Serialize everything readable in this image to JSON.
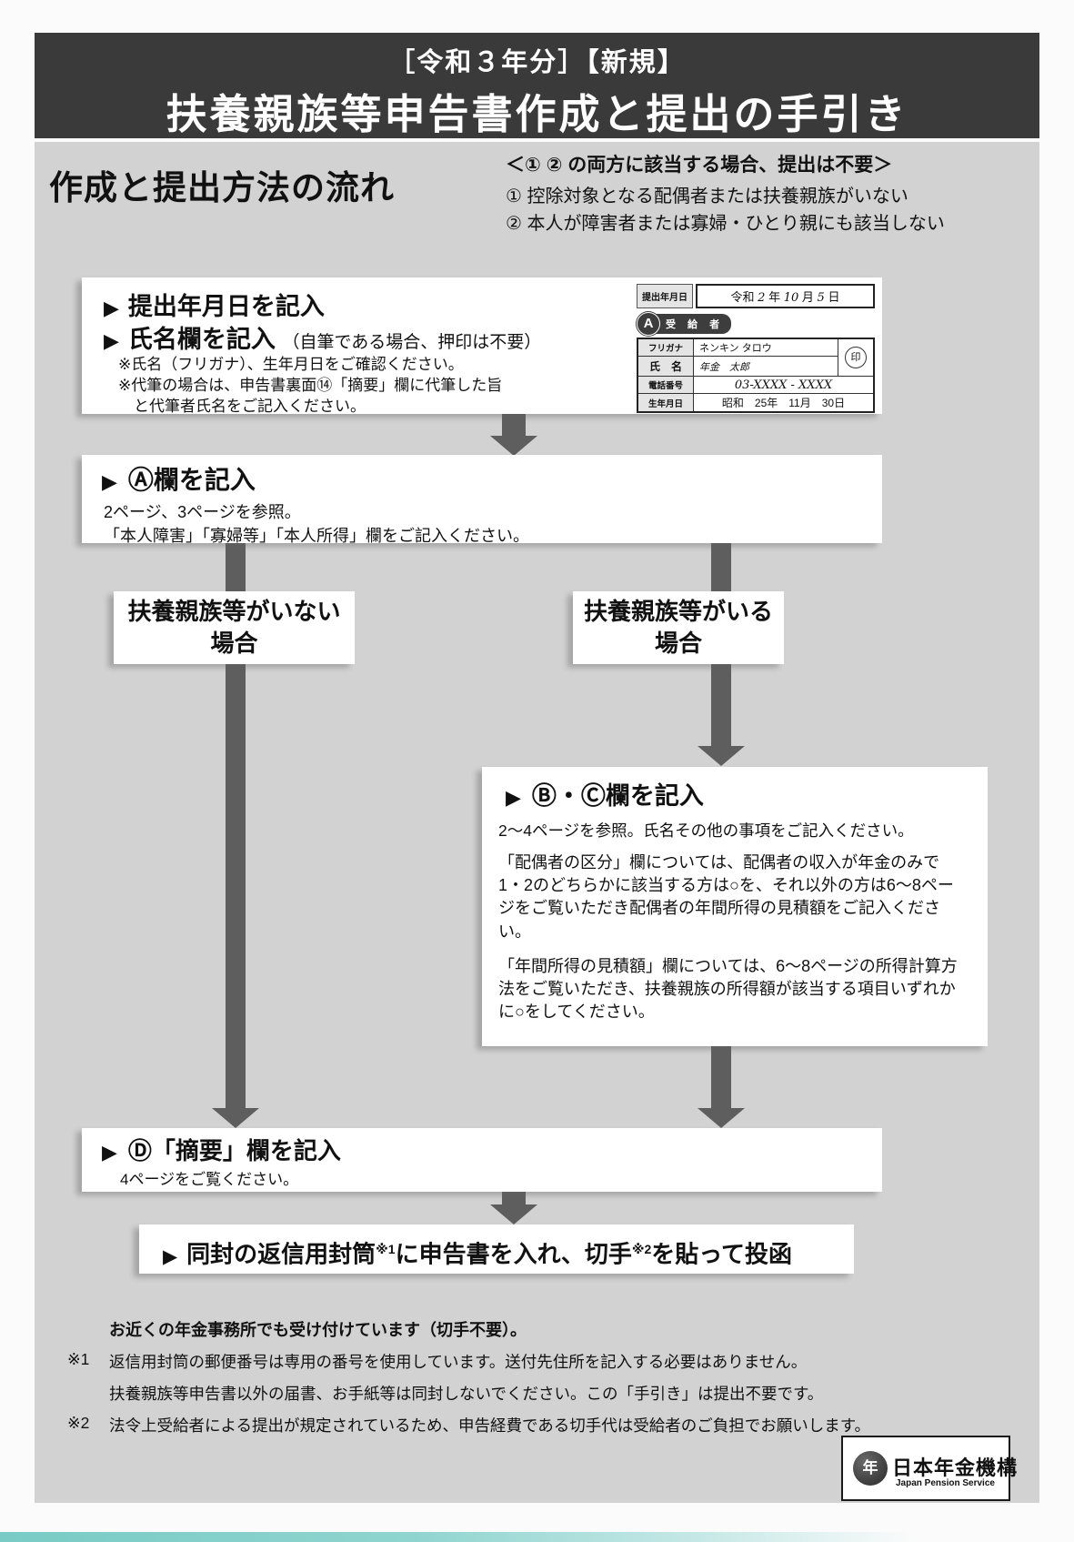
{
  "banner": {
    "line1": "［令和３年分］【新規】",
    "line2": "扶養親族等申告書作成と提出の手引き"
  },
  "intro": {
    "title": "作成と提出方法の流れ",
    "note_heading": "＜① ② の両方に該当する場合、提出は不要＞",
    "note_item1": "① 控除対象となる配偶者または扶養親族がいない",
    "note_item2": "② 本人が障害者または寡婦・ひとり親にも該当しない"
  },
  "symbols": {
    "bullet": "▶"
  },
  "step1": {
    "bullet1": "提出年月日を記入",
    "bullet2": "氏名欄を記入",
    "bullet2_note": "（自筆である場合、押印は不要）",
    "caution1": "※氏名（フリガナ）、生年月日をご確認ください。",
    "caution2": "※代筆の場合は、申告書裏面⑭「摘要」欄に代筆した旨",
    "caution3": "　と代筆者氏名をご記入ください。"
  },
  "sample_form": {
    "date_label": "提出年月日",
    "date_era": "令和",
    "date_y": "2",
    "date_y_unit": "年",
    "date_m": "10",
    "date_m_unit": "月",
    "date_d": "5",
    "date_d_unit": "日",
    "badge_letter": "A",
    "badge_label": "受 給 者",
    "row_furigana_label": "フリガナ",
    "row_furigana_value": "ネンキン タロウ",
    "row_name_label": "氏　名",
    "row_name_value": "年金　太郎",
    "row_phone_label": "電話番号",
    "row_phone_value": "03-XXXX - XXXX",
    "row_birth_label": "生年月日",
    "row_birth_value": "昭和　25年　11月　30日",
    "seal": "印"
  },
  "step2": {
    "heading": "Ⓐ欄を記入",
    "line1": "2ページ、3ページを参照。",
    "line2": "「本人障害」「寡婦等」「本人所得」欄をご記入ください。"
  },
  "branch_left": {
    "line1": "扶養親族等がいない",
    "line2": "場合"
  },
  "branch_right": {
    "line1": "扶養親族等がいる",
    "line2": "場合"
  },
  "step3": {
    "heading": "Ⓑ・Ⓒ欄を記入",
    "line1": "2～4ページを参照。氏名その他の事項をご記入ください。",
    "para1": "「配偶者の区分」欄については、配偶者の収入が年金のみで1・2のどちらかに該当する方は○を、それ以外の方は6～8ページをご覧いただき配偶者の年間所得の見積額をご記入ください。",
    "para2": "「年間所得の見積額」欄については、6～8ページの所得計算方法をご覧いただき、扶養親族の所得額が該当する項目いずれかに○をしてください。"
  },
  "step4": {
    "heading": "Ⓓ「摘要」欄を記入",
    "line1": "4ページをご覧ください。"
  },
  "final_step": {
    "pre": "同封の返信用封筒",
    "sup1": "※1",
    "mid": "に申告書を入れ、切手",
    "sup2": "※2",
    "post": "を貼って投函"
  },
  "footnotes": {
    "notice": "お近くの年金事務所でも受け付けています（切手不要）。",
    "fn1_mark": "※1",
    "fn1_line1": "返信用封筒の郵便番号は専用の番号を使用しています。送付先住所を記入する必要はありません。",
    "fn1_line2": "扶養親族等申告書以外の届書、お手紙等は同封しないでください。この「手引き」は提出不要です。",
    "fn2_mark": "※2",
    "fn2_line1": "法令上受給者による提出が規定されているため、申告経費である切手代は受給者のご負担でお願いします。"
  },
  "logo": {
    "mark_glyph": "年",
    "name_jp": "日本年金機構",
    "name_en": "Japan Pension Service"
  },
  "colors": {
    "banner_bg": "#3a3a3a",
    "content_bg": "#d2d2d2",
    "box_bg": "#ffffff",
    "arrow": "#5e5e5e",
    "teal_accent": "#79cbc5"
  }
}
